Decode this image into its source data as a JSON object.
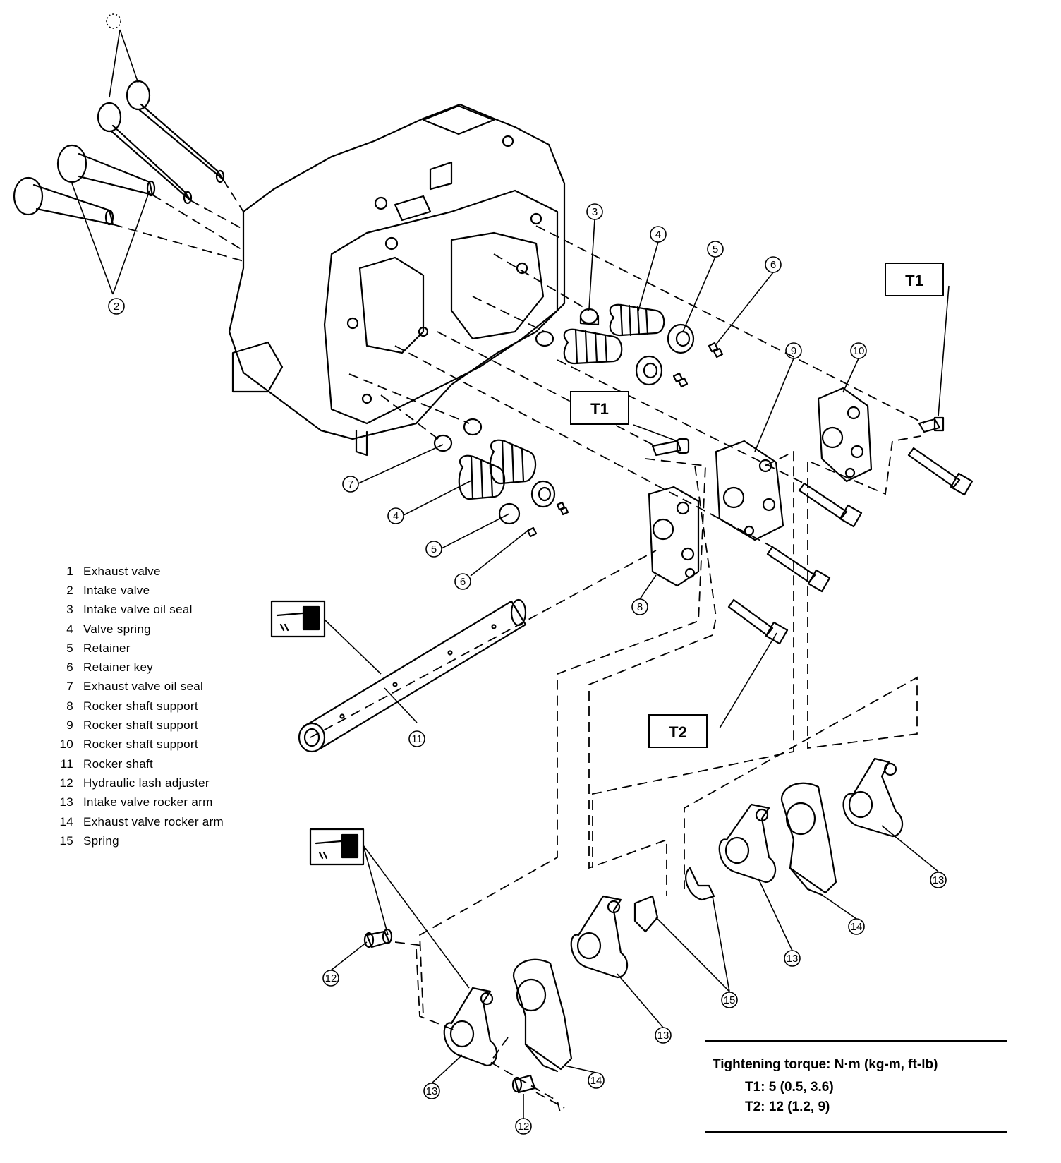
{
  "callouts": {
    "n2": "2",
    "n3": "3",
    "n4": "4",
    "n5": "5",
    "n6": "6",
    "n7": "7",
    "n8": "8",
    "n9": "9",
    "n10": "10",
    "n11": "11",
    "n12": "12",
    "n13": "13",
    "n14": "14",
    "n15": "15"
  },
  "torque_boxes": {
    "t1": "T1",
    "t2": "T2"
  },
  "legend": [
    {
      "num": "1",
      "label": "Exhaust valve"
    },
    {
      "num": "2",
      "label": "Intake valve"
    },
    {
      "num": "3",
      "label": "Intake valve oil seal"
    },
    {
      "num": "4",
      "label": "Valve spring"
    },
    {
      "num": "5",
      "label": "Retainer"
    },
    {
      "num": "6",
      "label": "Retainer key"
    },
    {
      "num": "7",
      "label": "Exhaust valve oil seal"
    },
    {
      "num": "8",
      "label": "Rocker shaft support"
    },
    {
      "num": "9",
      "label": "Rocker shaft support"
    },
    {
      "num": "10",
      "label": "Rocker shaft support"
    },
    {
      "num": "11",
      "label": "Rocker shaft"
    },
    {
      "num": "12",
      "label": "Hydraulic lash adjuster"
    },
    {
      "num": "13",
      "label": "Intake valve rocker arm"
    },
    {
      "num": "14",
      "label": "Exhaust valve rocker arm"
    },
    {
      "num": "15",
      "label": "Spring"
    }
  ],
  "torque_table": {
    "title": "Tightening torque:  N·m (kg-m, ft-lb)",
    "t1": "T1:  5 (0.5, 3.6)",
    "t2": "T2:  12 (1.2, 9)"
  }
}
